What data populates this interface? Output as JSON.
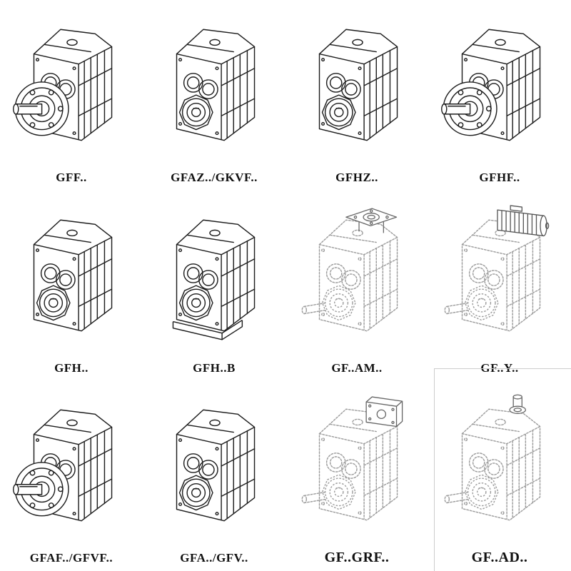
{
  "colors": {
    "background": "#ffffff",
    "line": "#1c1c1c",
    "ghost_line": "#9c9c9c"
  },
  "catalog": {
    "cells": [
      {
        "label": "GFF..",
        "drawing": "flange-shaft-gearbox-drawing",
        "style": "solid"
      },
      {
        "label": "GFAZ../GKVF..",
        "drawing": "hollow-shaft-gearbox-drawing",
        "style": "solid"
      },
      {
        "label": "GFHZ..",
        "drawing": "hollow-shaft-gearbox-drawing",
        "style": "solid"
      },
      {
        "label": "GFHF..",
        "drawing": "flange-hollow-shaft-gearbox-drawing",
        "style": "solid"
      },
      {
        "label": "GFH..",
        "drawing": "shaft-mounted-gearbox-drawing",
        "style": "solid"
      },
      {
        "label": "GFH..B",
        "drawing": "foot-mounted-gearbox-drawing",
        "style": "solid"
      },
      {
        "label": "GF..AM..",
        "drawing": "gearbox-with-motor-adapter-flange-drawing",
        "style": "ghost"
      },
      {
        "label": "GF..Y..",
        "drawing": "gearbox-with-mounted-motor-drawing",
        "style": "ghost"
      },
      {
        "label": "GFAF../GFVF..",
        "drawing": "flange-shaft-gearbox-drawing",
        "style": "solid"
      },
      {
        "label": "GFA../GFV..",
        "drawing": "hollow-shaft-gearbox-drawing",
        "style": "solid"
      },
      {
        "label": "GF..GRF..",
        "drawing": "gearbox-with-input-adapter-drawing",
        "style": "ghost"
      },
      {
        "label": "GF..AD..",
        "drawing": "gearbox-with-input-shaft-drawing",
        "style": "ghost"
      }
    ]
  }
}
